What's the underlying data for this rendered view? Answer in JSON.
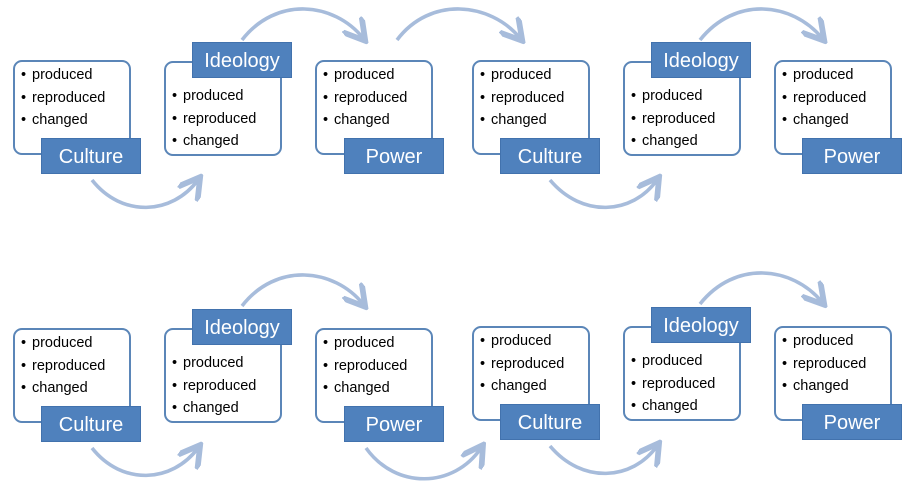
{
  "items": {
    "produced": "produced",
    "reproduced": "reproduced",
    "changed": "changed"
  },
  "labels": {
    "culture": "Culture",
    "ideology": "Ideology",
    "power": "Power"
  },
  "colors": {
    "box_fill": "#4f81bd",
    "box_border": "#5b86b8",
    "arrow": "#a7bcdb",
    "label_text": "#ffffff"
  }
}
